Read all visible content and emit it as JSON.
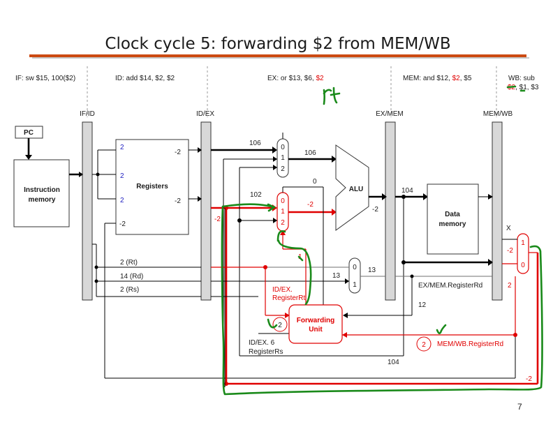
{
  "title": "Clock cycle 5: forwarding $2 from MEM/WB",
  "page_number": "7",
  "stages": {
    "if": "IF: sw $15, 100($2)",
    "id": "ID: add $14, $2, $2",
    "ex_prefix": "EX: or $13, $6, ",
    "ex_reg": "$2",
    "mem_prefix": "MEM: and $12, ",
    "mem_reg": "$2",
    "mem_suffix": ", $5",
    "wb_line1": "WB: sub",
    "wb_reg": "$2",
    "wb_suffix": ", $1, $3"
  },
  "pipeline_registers": {
    "ifid": "IF/ID",
    "idex": "ID/EX",
    "exmem": "EX/MEM",
    "memwb": "MEM/WB"
  },
  "blocks": {
    "pc": "PC",
    "instr_mem_1": "Instruction",
    "instr_mem_2": "memory",
    "registers": "Registers",
    "alu": "ALU",
    "data_mem_1": "Data",
    "data_mem_2": "memory",
    "fwd_1": "Forwarding",
    "fwd_2": "Unit"
  },
  "values": {
    "reg_in_1": "2",
    "reg_in_2": "2",
    "reg_in_3": "2",
    "reg_in_4": "-2",
    "reg_out_1": "-2",
    "reg_out_2": "-2",
    "idex_out": "-2",
    "muxa_in": "106",
    "muxa_out": "106",
    "muxb_in": "102",
    "muxb_out": "-2",
    "zero": "0",
    "alu_out": "104",
    "alu_lower": "-2",
    "rt_field": "2 (Rt)",
    "rd_field": "14 (Rd)",
    "rs_field": "2 (Rs)",
    "dest_13a": "13",
    "dest_13b": "13",
    "exmem_rd_label": "EX/MEM.RegisterRd",
    "exmem_rd_val": "12",
    "memwb_rd_val": "2",
    "x_label": "X",
    "wb_mux_in": "-2",
    "idex_rt_1": "ID/EX.",
    "idex_rt_2": "RegisterRt",
    "idex_rs_1": "ID/EX.  6",
    "idex_rs_2": "RegisterRs",
    "fwd_rt_val": "2",
    "memwb_rd_label": "MEM/WB.RegisterRd",
    "memwb_rd_circle": "2",
    "bottom_104": "104",
    "bottom_m2": "-2",
    "ink_rt": "rt"
  },
  "mux": {
    "a": [
      "0",
      "1",
      "2"
    ],
    "b": [
      "0",
      "1",
      "2"
    ],
    "dest": [
      "0",
      "1"
    ],
    "wb": [
      "1",
      "0"
    ]
  },
  "colors": {
    "forward_path": "#e00000",
    "handwriting": "#1a8a1a",
    "title_rule": "#cc4a12",
    "register_highlight": "#e00000",
    "register_blue": "#2020c0"
  }
}
